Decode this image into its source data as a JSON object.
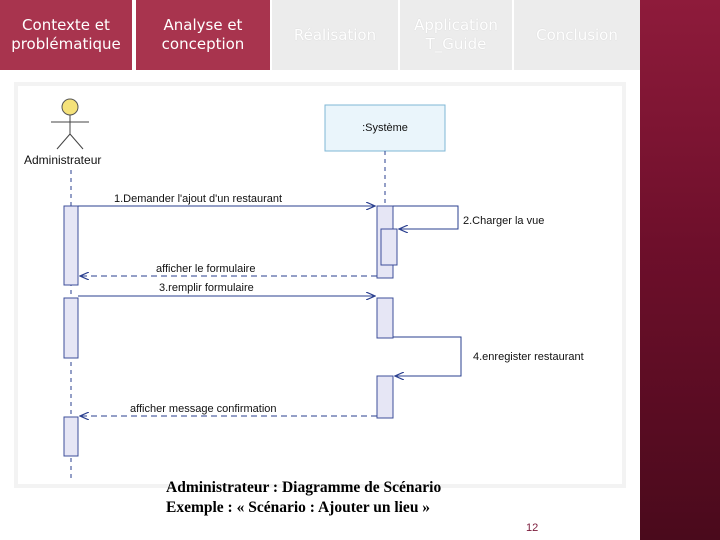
{
  "nav": {
    "tabs": [
      {
        "line1": "Contexte et",
        "line2": "problématique"
      },
      {
        "line1": "Analyse et",
        "line2": "conception"
      },
      {
        "line1": "Réalisation",
        "line2": ""
      },
      {
        "line1": "Application",
        "line2": "T_Guide"
      },
      {
        "line1": "Conclusion",
        "line2": ""
      }
    ]
  },
  "diagram": {
    "actor_label": "Administrateur",
    "system_label": ":Système",
    "messages": {
      "m1": "1.Demander l'ajout d'un restaurant",
      "m2": "2.Charger la vue",
      "m3": "afficher le formulaire",
      "m4": "3.remplir formulaire",
      "m5": "4.enregister restaurant",
      "m6": "afficher message confirmation"
    }
  },
  "caption": {
    "line1": "Administrateur : Diagramme de Scénario",
    "line2": "Exemple : « Scénario : Ajouter un lieu »"
  },
  "page_number": "12"
}
